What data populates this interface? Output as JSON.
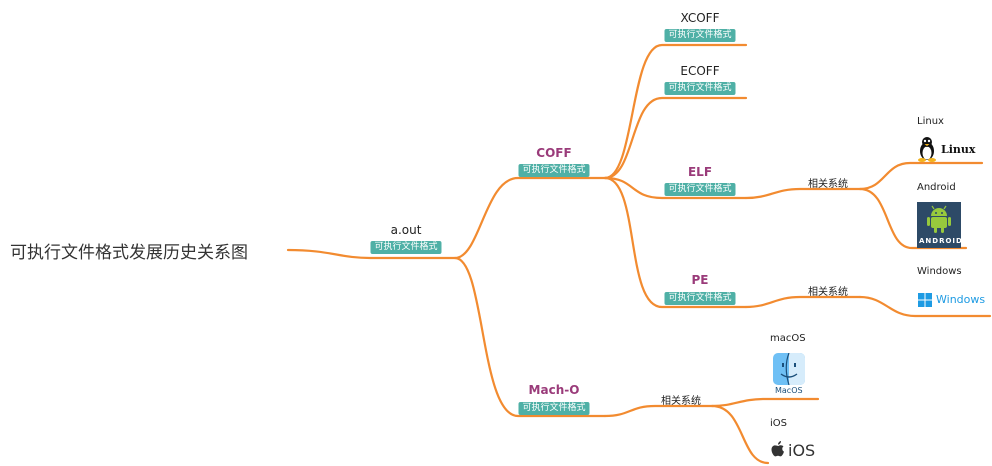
{
  "root": {
    "title": "可执行文件格式发展历史关系图"
  },
  "tag_text": "可执行文件格式",
  "relation_text": "相关系统",
  "nodes": {
    "aout": {
      "label": "a.out",
      "tag": "可执行文件格式"
    },
    "coff": {
      "label": "COFF",
      "tag": "可执行文件格式"
    },
    "xcoff": {
      "label": "XCOFF",
      "tag": "可执行文件格式"
    },
    "ecoff": {
      "label": "ECOFF",
      "tag": "可执行文件格式"
    },
    "elf": {
      "label": "ELF",
      "tag": "可执行文件格式",
      "relation": "相关系统"
    },
    "pe": {
      "label": "PE",
      "tag": "可执行文件格式",
      "relation": "相关系统"
    },
    "macho": {
      "label": "Mach-O",
      "tag": "可执行文件格式",
      "relation": "相关系统"
    }
  },
  "systems": {
    "linux": {
      "title": "Linux",
      "logo_text": "Linux",
      "icon": "tux-penguin-icon"
    },
    "android": {
      "title": "Android",
      "logo_text": "ANDROID",
      "icon": "android-robot-icon"
    },
    "windows": {
      "title": "Windows",
      "logo_text": "Windows",
      "icon": "windows-logo-icon"
    },
    "macos": {
      "title": "macOS",
      "logo_text": "MacOS",
      "icon": "finder-icon"
    },
    "ios": {
      "title": "iOS",
      "logo_text": "iOS",
      "icon": "apple-icon"
    }
  },
  "colors": {
    "edge": "#f28b30",
    "tag_bg": "#4fb0a6",
    "highlight_label": "#9a3b7a",
    "android_bg": "#2d4a67",
    "windows_blue": "#1e9be3"
  }
}
